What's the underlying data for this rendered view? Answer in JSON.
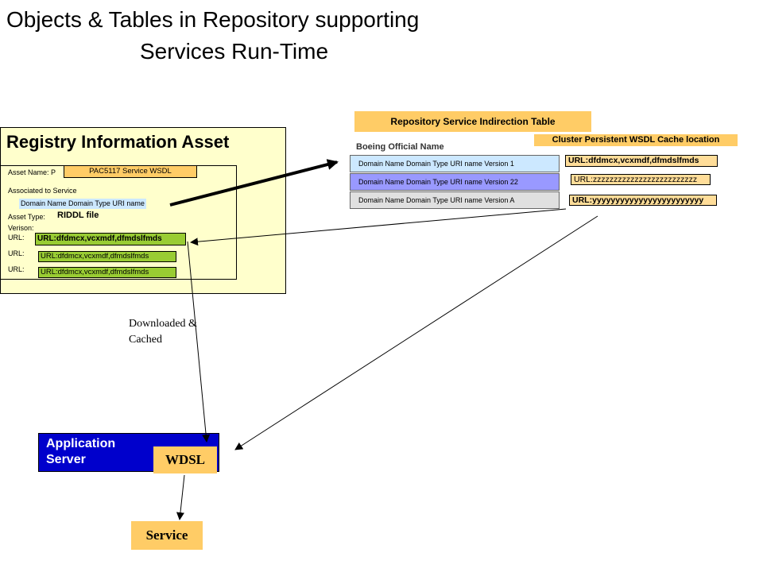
{
  "title": {
    "line1": "Objects & Tables in Repository supporting",
    "line2": "Services Run-Time"
  },
  "registry": {
    "title": "Registry Information Asset",
    "asset_name_label": "Asset Name: P",
    "asset_name_value": "PAC5117 Service WSDL",
    "associated_label": "Associated to Service",
    "associated_value": "Domain Name Domain Type URI name",
    "asset_type_label": "Asset Type:",
    "asset_type_value": "RIDDL file",
    "version_label": "Verison:",
    "url_label": "URL:",
    "urls": [
      "URL:dfdmcx,vcxmdf,dfmdslfmds",
      "URL:dfdmcx,vcxmdf,dfmdslfmds",
      "URL:dfdmcx,vcxmdf,dfmdslfmds"
    ]
  },
  "indirection": {
    "header": "Repository Service Indirection Table",
    "boeing_label": "Boeing Official Name",
    "cluster_label": "Cluster Persistent WSDL Cache location",
    "rows": [
      "Domain Name Domain Type URI name Version 1",
      "Domain Name Domain Type URI name Version 22",
      "Domain Name Domain Type URI name Version A"
    ],
    "cache_urls": [
      "URL:dfdmcx,vcxmdf,dfmdslfmds",
      "URL:zzzzzzzzzzzzzzzzzzzzzzzzz",
      "URL:yyyyyyyyyyyyyyyyyyyyyyyy"
    ]
  },
  "flow": {
    "downloaded_line1": "Downloaded &",
    "downloaded_line2": "Cached",
    "app_server_line1": "Application",
    "app_server_line2": "Server",
    "wdsl": "WDSL",
    "service": "Service"
  },
  "colors": {
    "panel": "#ffffcc",
    "orange": "#ffcc66",
    "green": "#99cc33",
    "light_blue": "#cce8ff",
    "purple": "#9999ff",
    "server_blue": "#0000cc"
  }
}
